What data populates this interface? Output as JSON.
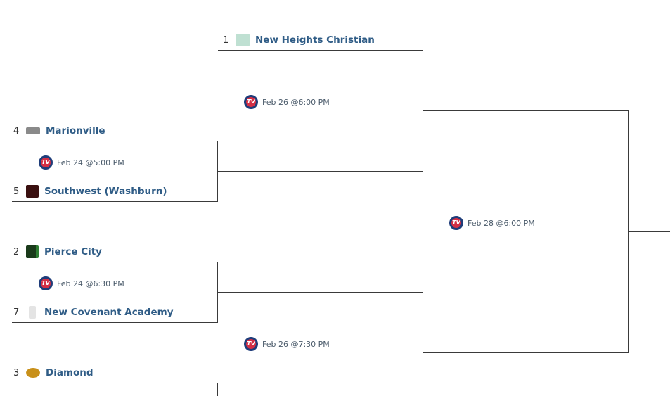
{
  "round2_top": {
    "team": {
      "seed": "1",
      "name": "New Heights Christian",
      "logo": "shield-logo",
      "logo_color": "#bfe0d2"
    },
    "game_time": "Feb 26 @6:00 PM"
  },
  "round1": [
    {
      "top": {
        "seed": "4",
        "name": "Marionville",
        "logo": "comet-logo",
        "logo_color": "#8a8a8a"
      },
      "bottom": {
        "seed": "5",
        "name": "Southwest (Washburn)",
        "logo": "sw-logo",
        "logo_color": "#3a1010"
      },
      "game_time": "Feb 24 @5:00 PM"
    },
    {
      "top": {
        "seed": "2",
        "name": "Pierce City",
        "logo": "pc-logo",
        "logo_color": "#2e7d32"
      },
      "bottom": {
        "seed": "7",
        "name": "New Covenant Academy",
        "logo": "nca-logo",
        "logo_color": "#d8d8d8"
      },
      "game_time": "Feb 24 @6:30 PM"
    },
    {
      "top": {
        "seed": "3",
        "name": "Diamond",
        "logo": "wildcat-logo",
        "logo_color": "#c8901a"
      }
    }
  ],
  "round2_bottom": {
    "game_time": "Feb 26 @7:30 PM"
  },
  "final": {
    "game_time": "Feb 28 @6:00 PM"
  },
  "colors": {
    "team_link": "#2f5c86",
    "line": "#3a3a3a",
    "tv_blue": "#1f3d7a",
    "tv_red": "#d32f45"
  }
}
